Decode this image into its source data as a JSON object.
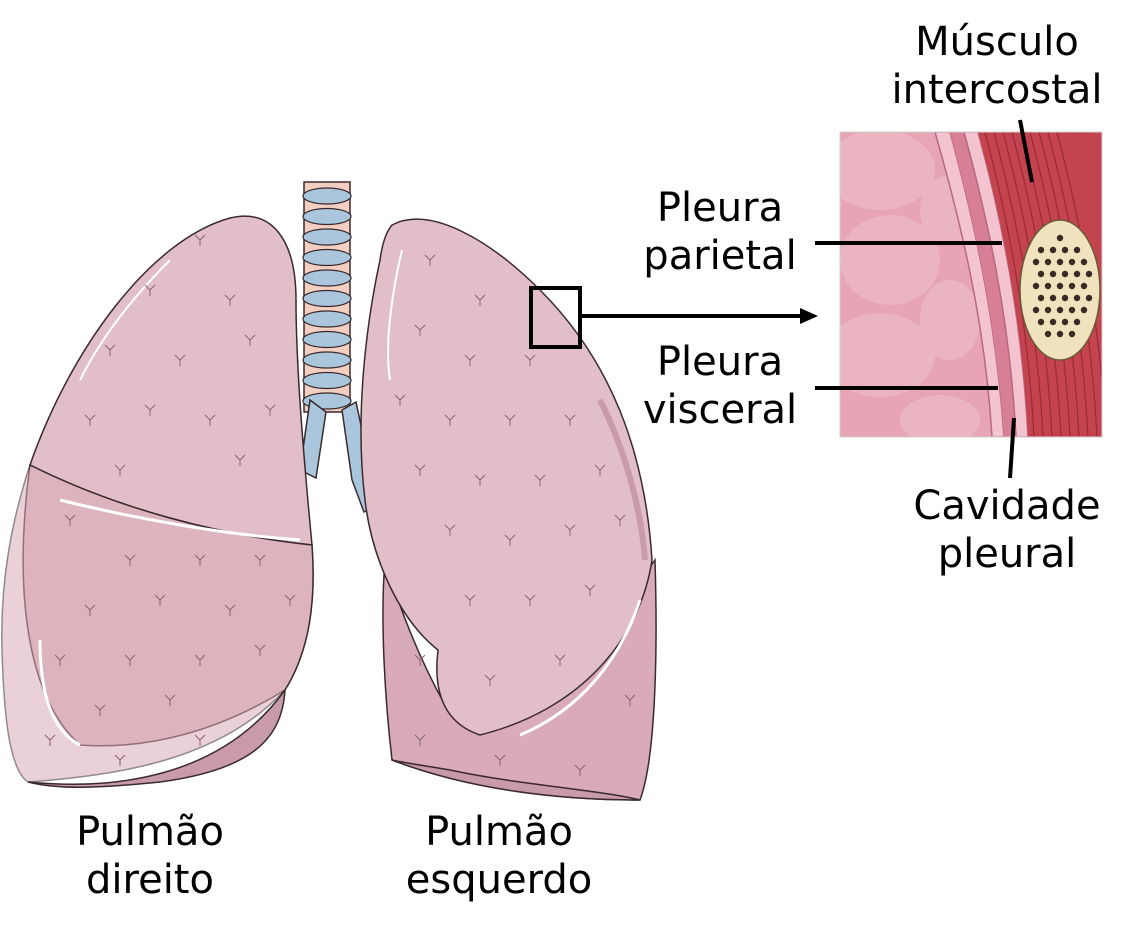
{
  "labels": {
    "right_lung": [
      "Pulmão",
      "direito"
    ],
    "left_lung": [
      "Pulmão",
      "esquerdo"
    ],
    "parietal_pleura": [
      "Pleura",
      "parietal"
    ],
    "visceral_pleura": [
      "Pleura",
      "visceral"
    ],
    "intercostal_muscle": [
      "Músculo",
      "intercostal"
    ],
    "pleural_cavity": [
      "Cavidade",
      "pleural"
    ]
  },
  "colors": {
    "lung_fill": "#e2bfc8",
    "lung_shade": "#c99aa8",
    "lung_outline": "#3a2a2e",
    "trachea_ring": "#a9c6dc",
    "trachea_gap": "#f2cfc0",
    "muscle": "#c3434f",
    "bone": "#efe2bc",
    "pleura_light": "#f3c3d0",
    "pointer_line": "#000000"
  }
}
